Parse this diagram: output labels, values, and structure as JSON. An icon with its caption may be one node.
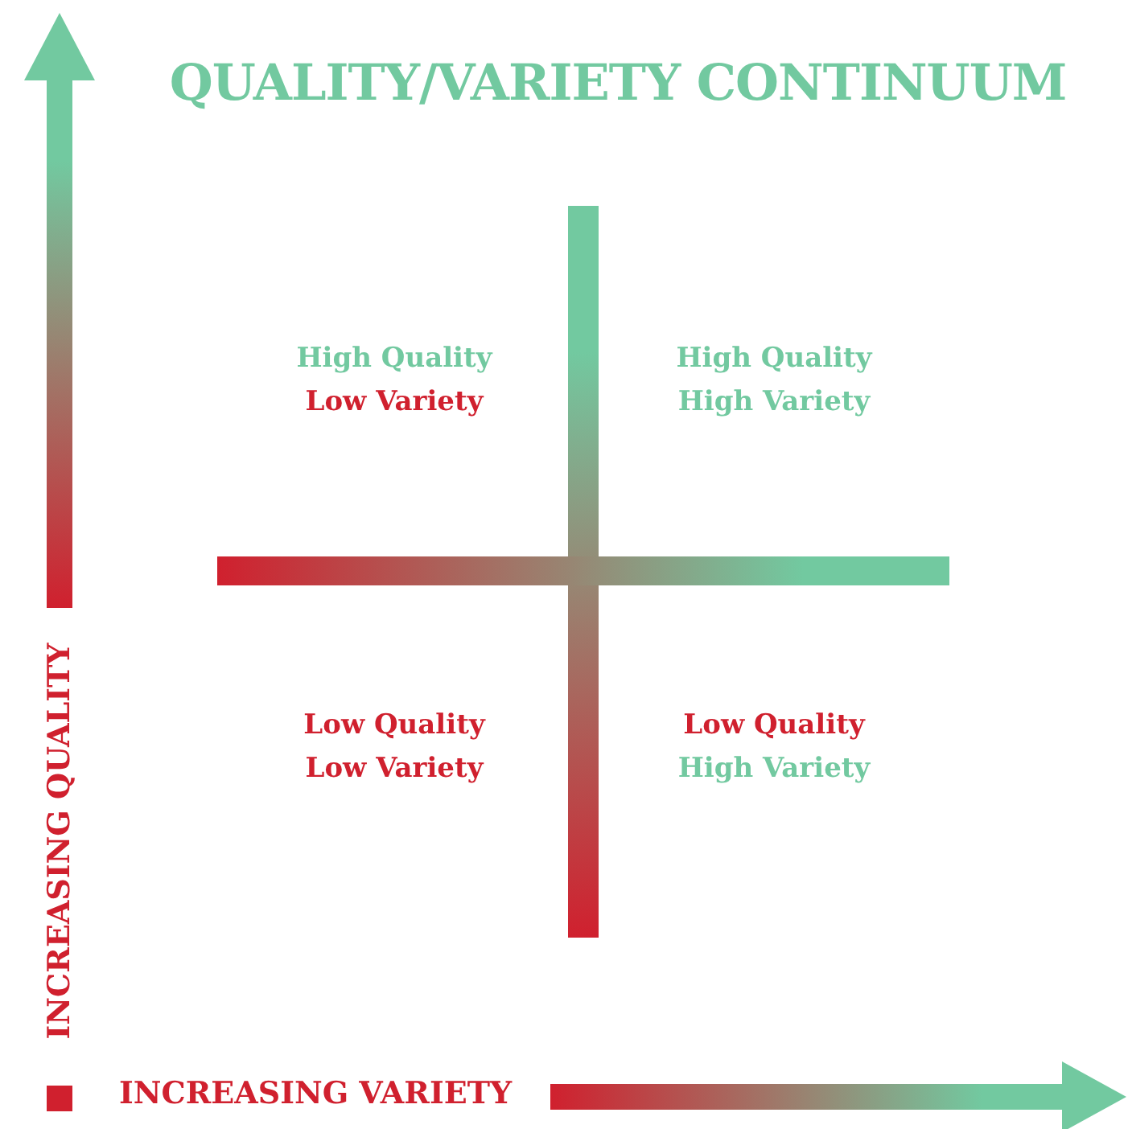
{
  "diagram": {
    "title": "QUALITY/VARIETY CONTINUUM",
    "labels": [
      "High Quality",
      "Low Variety",
      "High Quality",
      "High Variety",
      "Low Quality",
      "Low Variety",
      "Low Quality",
      "High Variety",
      "INCREASING QUALITY",
      "INCREASING VARIETY"
    ]
  }
}
